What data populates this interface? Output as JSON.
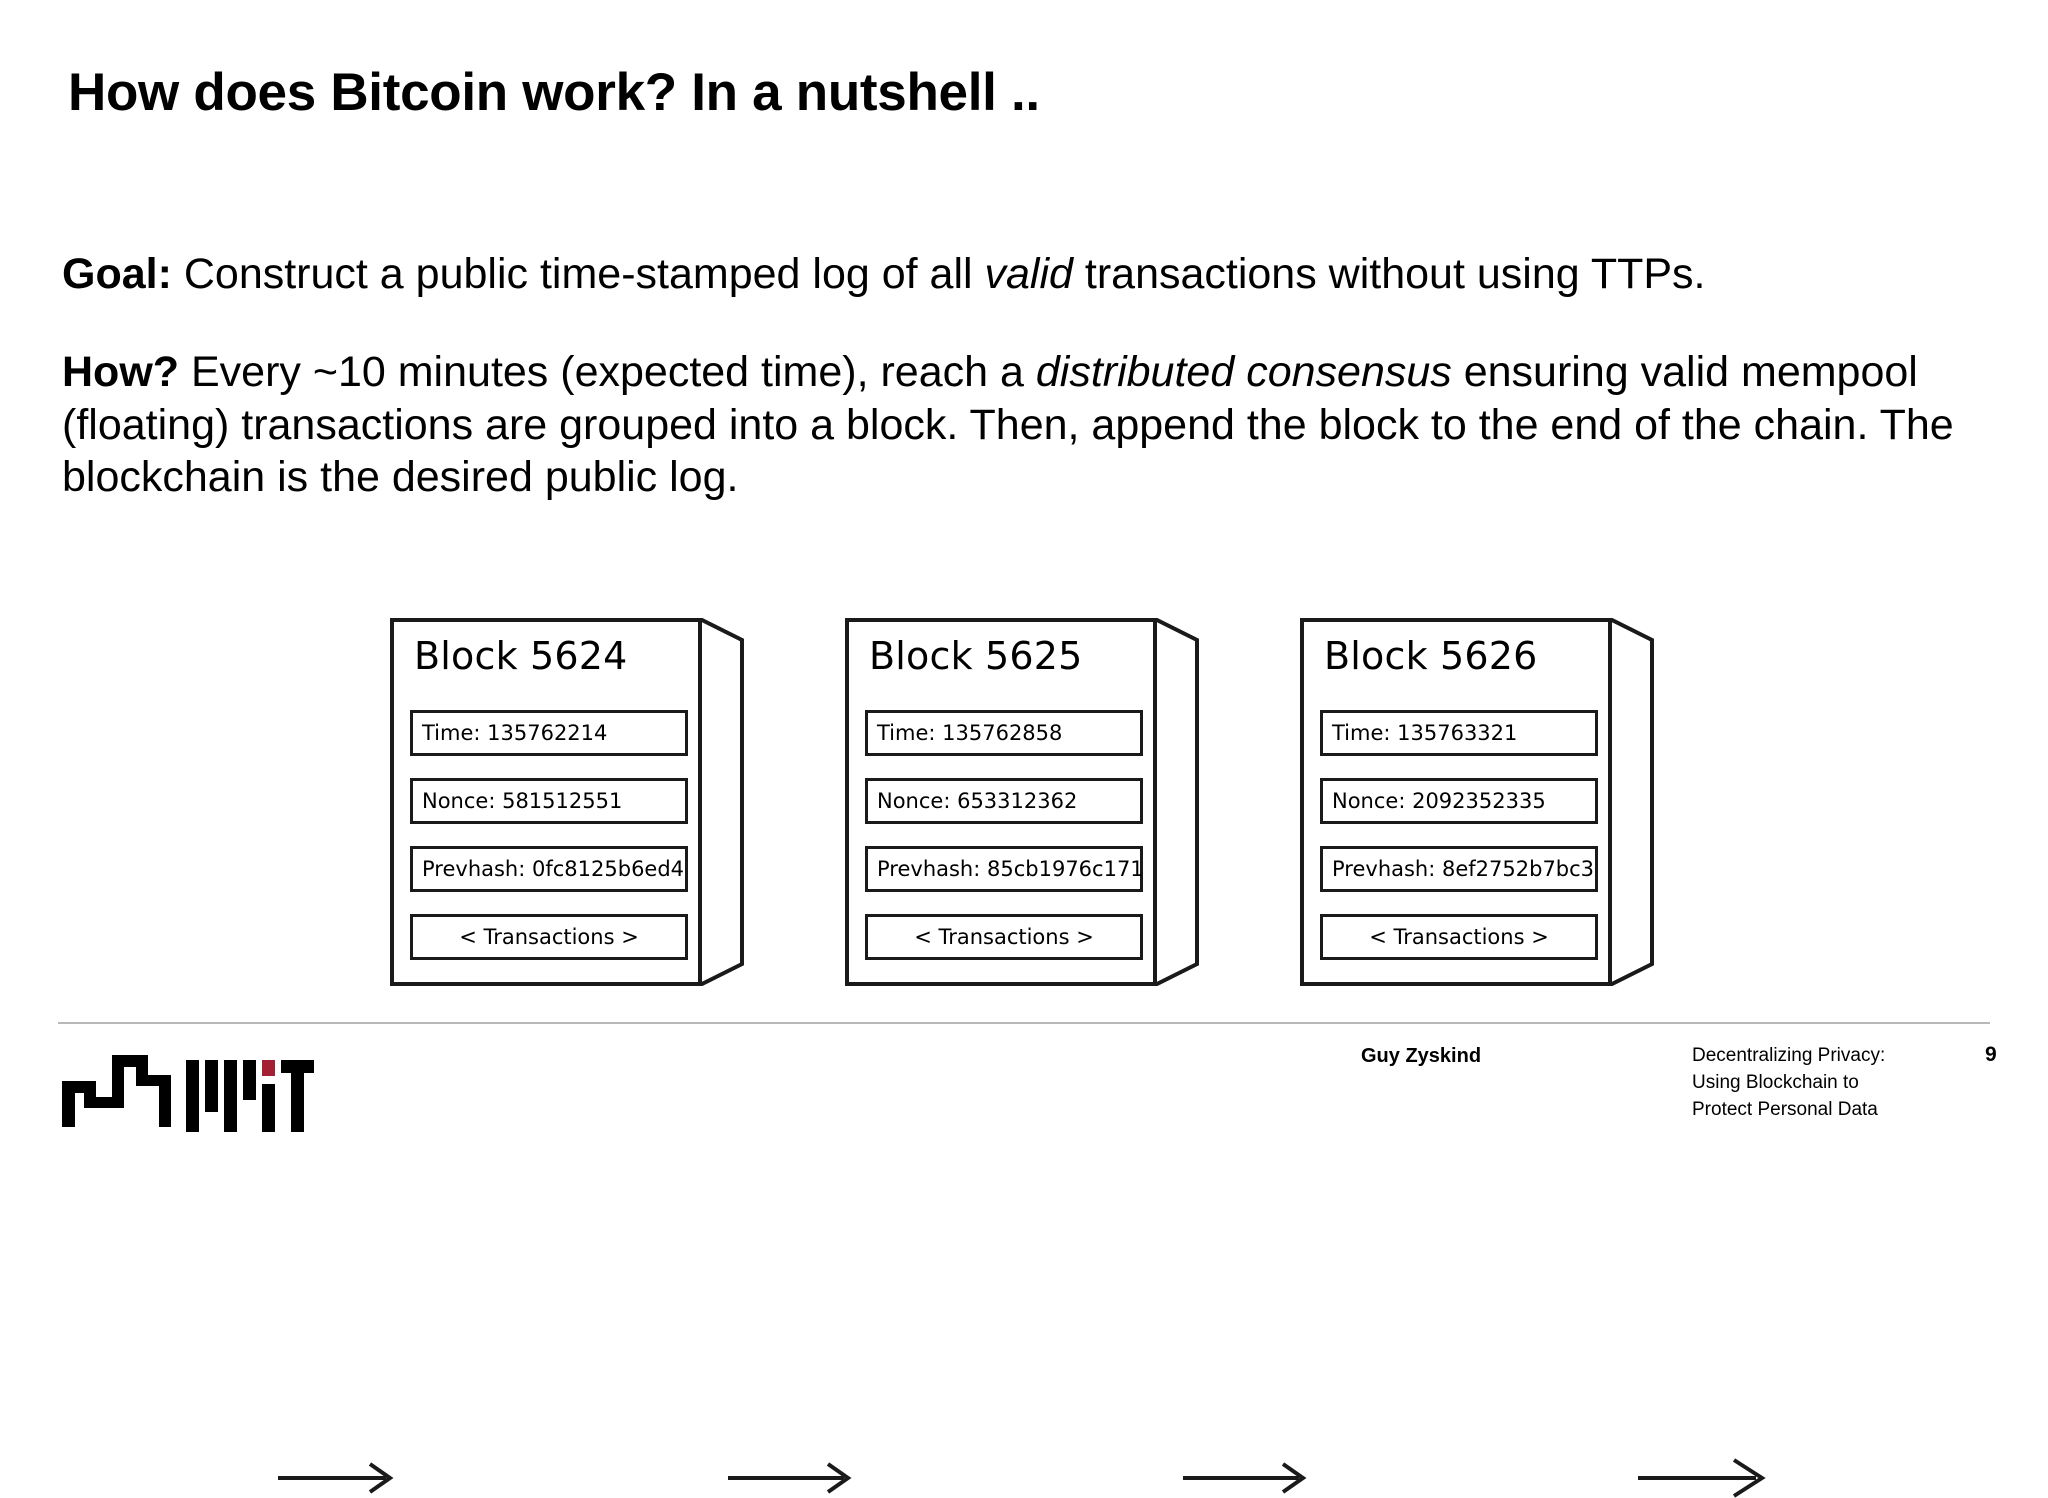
{
  "slide": {
    "title": "How does Bitcoin work? In a nutshell ..",
    "paragraphs": {
      "goal": {
        "lead": "Goal:",
        "text_before_italic": " Construct a public time-stamped log of all ",
        "italic": "valid",
        "text_after_italic": " transactions without using TTPs."
      },
      "how": {
        "lead": "How?",
        "text_before_italic": " Every ~10 minutes (expected time), reach a ",
        "italic": "distributed consensus",
        "text_after_italic": " ensuring valid mempool (floating) transactions are grouped into a block. Then, append the block to the end of the chain. The blockchain is the desired public log."
      }
    }
  },
  "diagram": {
    "type": "blockchain-chain",
    "field_labels": {
      "time": "Time:",
      "nonce": "Nonce:",
      "prevhash": "Prevhash:",
      "transactions": "< Transactions >"
    },
    "blocks": [
      {
        "title": "Block 5624",
        "time": "Time: 135762214",
        "nonce": "Nonce: 581512551",
        "prevhash": "Prevhash: 0fc8125b6ed4",
        "transactions": "< Transactions >"
      },
      {
        "title": "Block 5625",
        "time": "Time: 135762858",
        "nonce": "Nonce: 653312362",
        "prevhash": "Prevhash: 85cb1976c171",
        "transactions": "< Transactions >"
      },
      {
        "title": "Block 5626",
        "time": "Time: 135763321",
        "nonce": "Nonce: 2092352335",
        "prevhash": "Prevhash: 8ef2752b7bc3",
        "transactions": "< Transactions >"
      }
    ]
  },
  "footer": {
    "author": "Guy Zyskind",
    "deck_title_line1": "Decentralizing Privacy:",
    "deck_title_line2": "Using Blockchain to",
    "deck_title_line3": "Protect Personal Data",
    "page_number": "9",
    "logos": {
      "csail": "csail-bracket-logo",
      "mit": "mit-logo"
    }
  },
  "colors": {
    "text": "#000000",
    "stroke": "#1a1a1a",
    "rule": "#b9b9b9",
    "mit_crimson": "#a31f34"
  }
}
